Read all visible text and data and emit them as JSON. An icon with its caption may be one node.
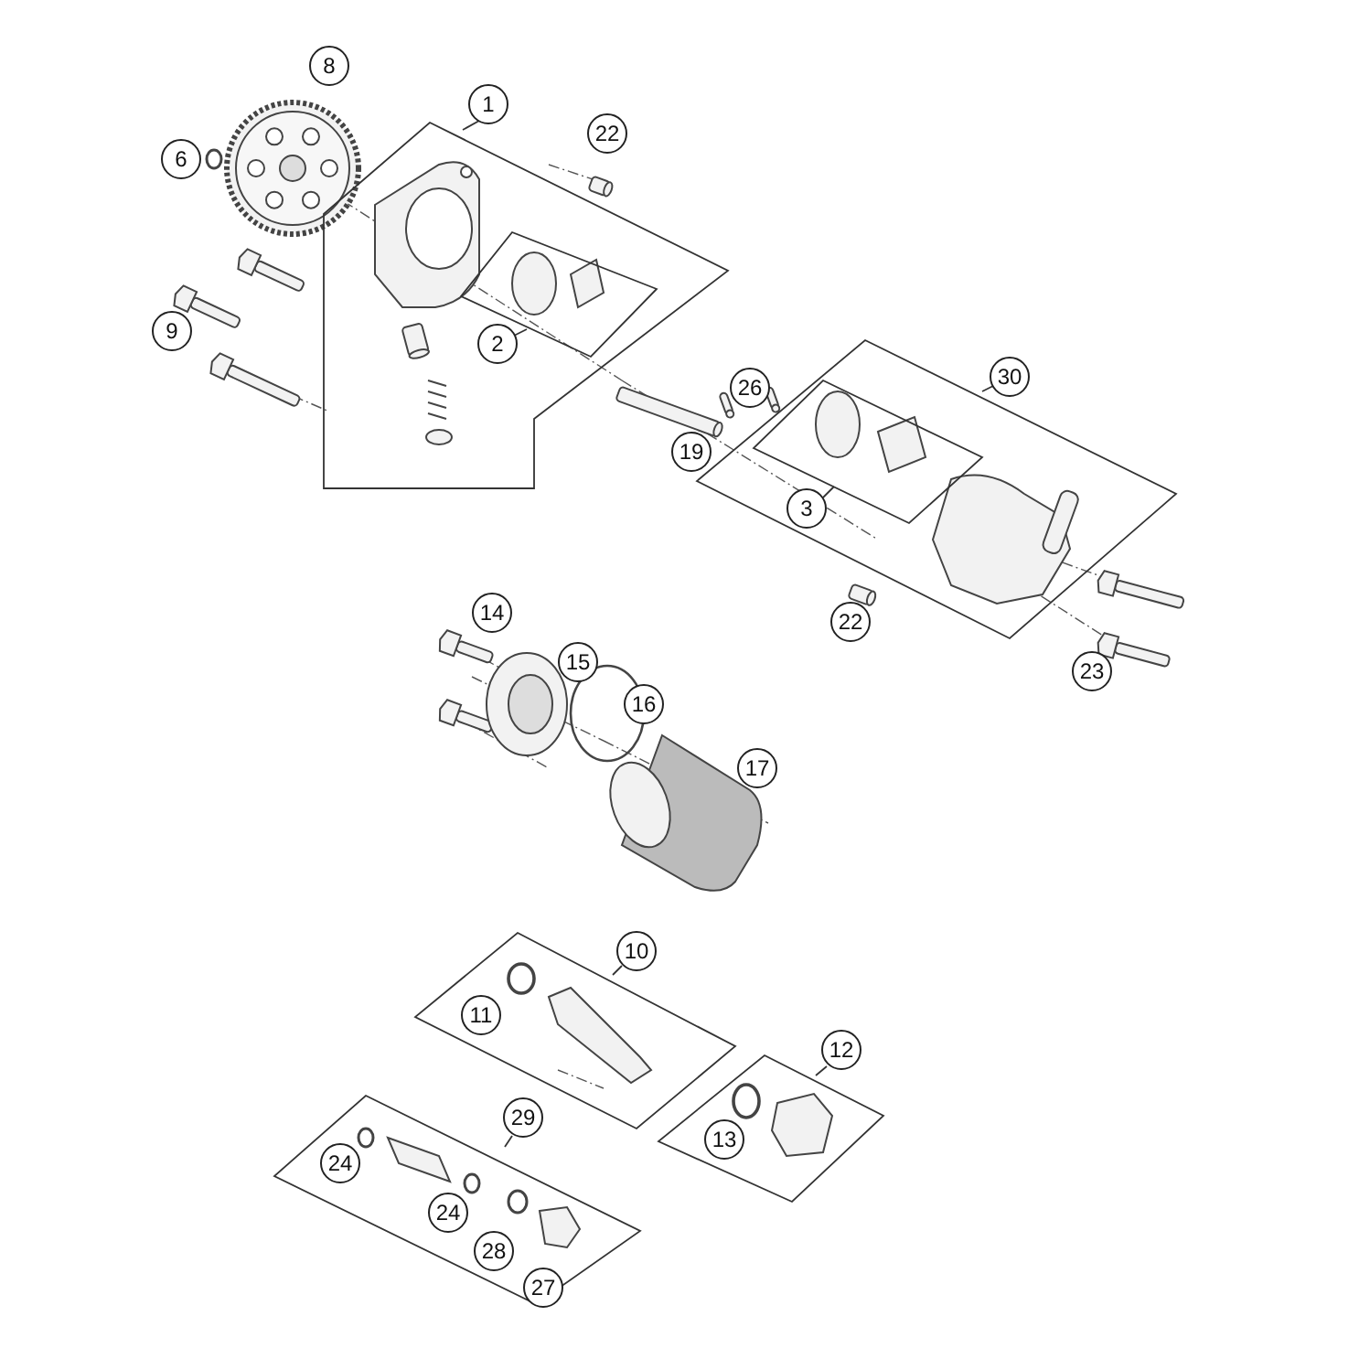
{
  "diagram": {
    "nodes": [
      {
        "text": [
          "1"
        ]
      },
      {
        "text": [
          "2"
        ],
        "in": 0
      },
      {
        "text": [
          "30"
        ]
      },
      {
        "text": [
          "3"
        ],
        "in": 2
      },
      {
        "text": [
          "10"
        ]
      },
      {
        "text": [
          "12"
        ]
      },
      {
        "text": [
          "29"
        ]
      }
    ],
    "edges": [],
    "labels": [
      "8",
      "6",
      "22",
      "9",
      "26",
      "19",
      "22",
      "23",
      "14",
      "15",
      "16",
      "17",
      "11",
      "13",
      "24",
      "24",
      "28",
      "27"
    ]
  }
}
